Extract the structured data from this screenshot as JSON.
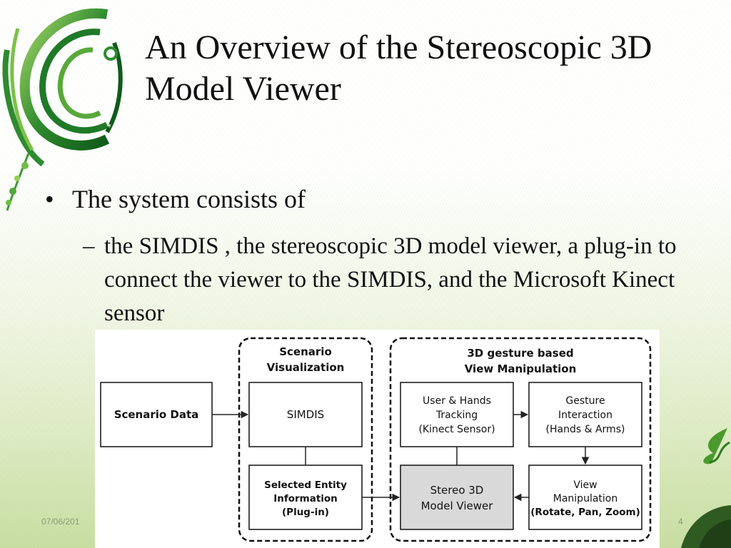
{
  "slide": {
    "title_line1": "An Overview of the Stereoscopic 3D",
    "title_line2": "Model Viewer",
    "bullet_mark": "•",
    "bullet_text": "The system consists of",
    "sub_dash": "–",
    "sub_text": "the SIMDIS , the stereoscopic 3D model viewer, a plug-in to connect the viewer to the SIMDIS, and the Microsoft Kinect sensor",
    "footer_date": "07/06/201",
    "page_number": "4"
  },
  "diagram": {
    "group_scenario": {
      "line1": "Scenario",
      "line2": "Visualization"
    },
    "group_gesture": {
      "line1": "3D gesture based",
      "line2": "View Manipulation"
    },
    "nodes": {
      "scenario_data": {
        "line1": "Scenario Data"
      },
      "simdis": {
        "line1": "SIMDIS"
      },
      "selected_entity": {
        "line1": "Selected Entity",
        "line2": "Information",
        "line3": "(Plug-in)"
      },
      "user_hands": {
        "line1": "User & Hands",
        "line2": "Tracking",
        "line3": "(Kinect Sensor)"
      },
      "gesture_interaction": {
        "line1": "Gesture",
        "line2": "Interaction",
        "line3": "(Hands & Arms)"
      },
      "stereo_viewer": {
        "line1": "Stereo 3D",
        "line2": "Model Viewer"
      },
      "view_manipulation": {
        "line1": "View",
        "line2": "Manipulation",
        "line3": "(Rotate, Pan, Zoom)"
      }
    }
  },
  "colors": {
    "logo_green": "#2e8b2e",
    "logo_light": "#7cc04a",
    "stereo_fill": "#d9d9d9"
  },
  "icons": {
    "logo": "green-swirl-logo-icon",
    "foliage": "foliage-decoration-icon"
  }
}
